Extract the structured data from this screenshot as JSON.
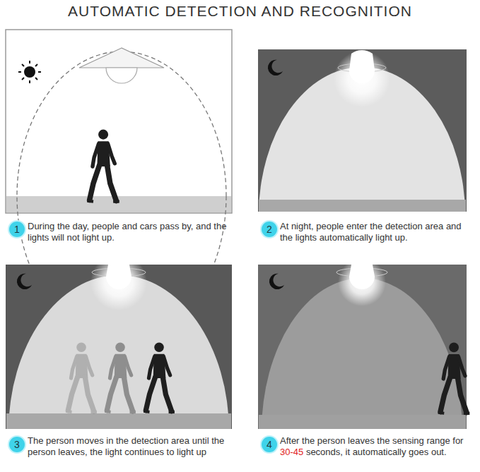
{
  "diagram": {
    "title": "AUTOMATIC DETECTION AND RECOGNITION",
    "nodes": [
      {
        "text": [
          "1"
        ]
      },
      {
        "text": [
          "2"
        ]
      },
      {
        "text": [
          "3"
        ]
      },
      {
        "text": [
          "4"
        ]
      }
    ],
    "labels": [
      "During the day, people and cars pass by, and the lights will not light up.",
      "At night, people enter the detection area and the lights automatically light up.",
      "The person moves in the detection area until the person leaves, the light continues to light up",
      "After the person leaves the sensing range for",
      "30-45",
      "seconds, it automatically goes out."
    ]
  }
}
